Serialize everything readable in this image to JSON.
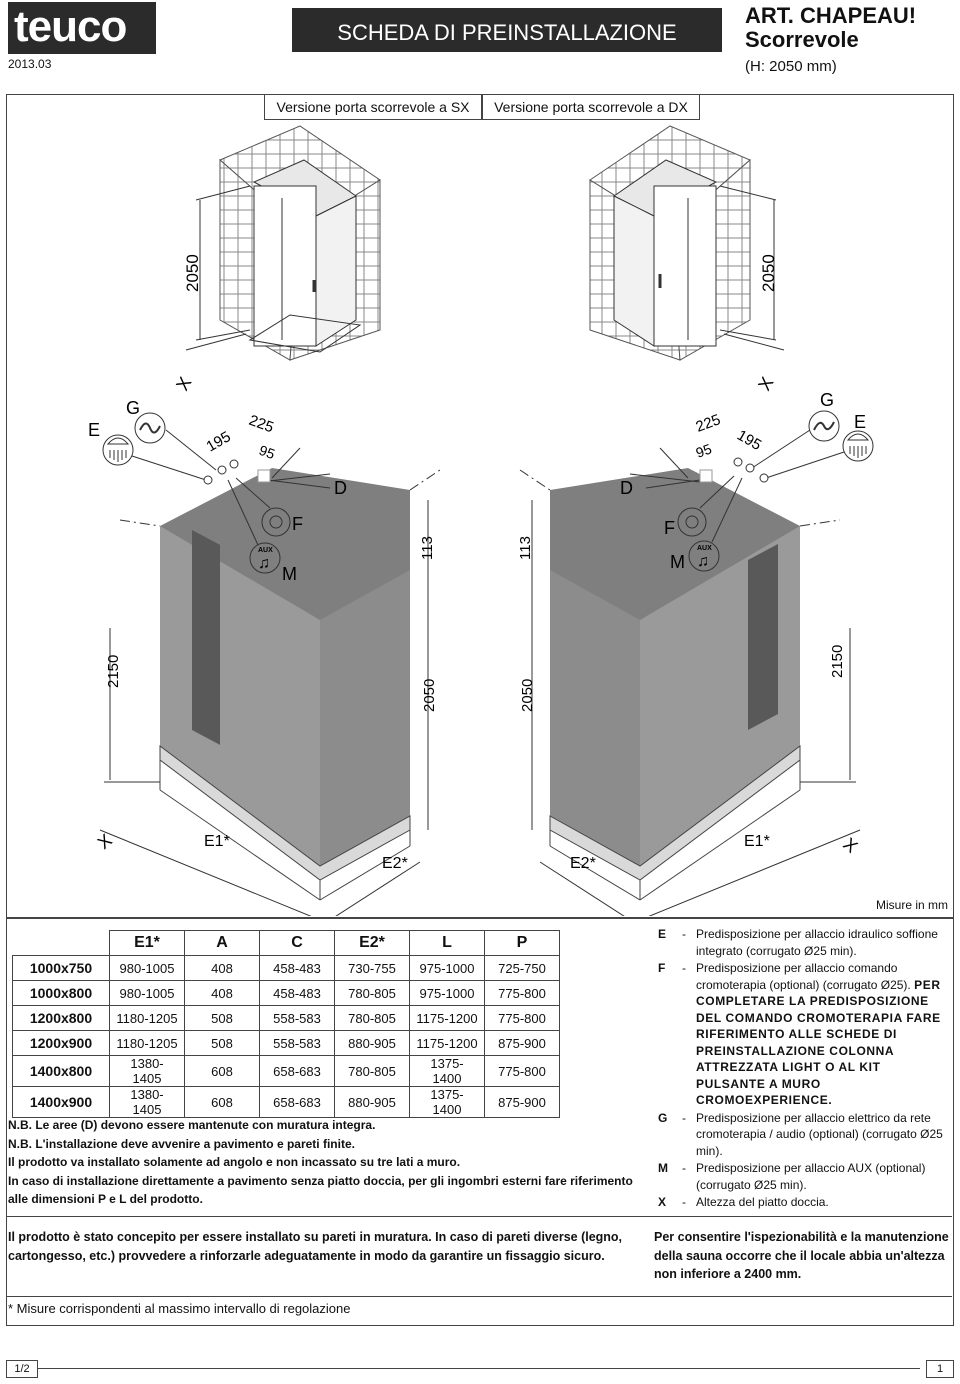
{
  "header": {
    "brand": "teuco",
    "date": "2013.03",
    "doc_type": "SCHEDA DI PREINSTALLAZIONE",
    "product": "ART. CHAPEAU!",
    "subtitle": "Scorrevole",
    "height_note": "(H: 2050 mm)"
  },
  "drawing": {
    "tab_left": "Versione porta scorrevole a SX",
    "tab_right": "Versione porta scorrevole a DX",
    "units_note": "Misure in mm",
    "labels": {
      "E": "E",
      "G": "G",
      "D": "D",
      "F": "F",
      "M": "M",
      "X": "X",
      "E1": "E1*",
      "E2": "E2*",
      "aux": "AUX"
    },
    "dims": {
      "h2050": "2050",
      "h2150": "2150",
      "d195": "195",
      "d225": "225",
      "d95": "95",
      "d113": "113"
    }
  },
  "table": {
    "headers": [
      "E1*",
      "A",
      "C",
      "E2*",
      "L",
      "P"
    ],
    "rows": [
      {
        "size": "1000x750",
        "values": [
          "980-1005",
          "408",
          "458-483",
          "730-755",
          "975-1000",
          "725-750"
        ]
      },
      {
        "size": "1000x800",
        "values": [
          "980-1005",
          "408",
          "458-483",
          "780-805",
          "975-1000",
          "775-800"
        ]
      },
      {
        "size": "1200x800",
        "values": [
          "1180-1205",
          "508",
          "558-583",
          "780-805",
          "1175-1200",
          "775-800"
        ]
      },
      {
        "size": "1200x900",
        "values": [
          "1180-1205",
          "508",
          "558-583",
          "880-905",
          "1175-1200",
          "875-900"
        ]
      },
      {
        "size": "1400x800",
        "values": [
          "1380-1405",
          "608",
          "658-683",
          "780-805",
          "1375-1400",
          "775-800"
        ]
      },
      {
        "size": "1400x900",
        "values": [
          "1380-1405",
          "608",
          "658-683",
          "880-905",
          "1375-1400",
          "875-900"
        ]
      }
    ]
  },
  "notes": [
    "N.B. Le aree (D) devono essere mantenute con muratura integra.",
    "N.B. L'installazione deve avvenire a pavimento e pareti finite.",
    "Il prodotto va installato solamente ad angolo e non incassato su tre lati a muro.",
    "In caso di installazione direttamente a pavimento senza piatto doccia, per gli ingombri esterni fare riferimento alle dimensioni P e L del prodotto."
  ],
  "legend": [
    {
      "key": "E",
      "text": "Predisposizione per allaccio idraulico soffione integrato (corrugato Ø25 min).",
      "bold": ""
    },
    {
      "key": "F",
      "text": "Predisposizione per allaccio comando cromoterapia (optional) (corrugato Ø25).",
      "bold": "PER COMPLETARE LA PREDISPOSIZIONE DEL COMANDO CROMOTERAPIA FARE RIFERIMENTO ALLE SCHEDE DI PREINSTALLAZIONE COLONNA ATTREZZATA LIGHT O AL KIT PULSANTE A MURO CROMOEXPERIENCE."
    },
    {
      "key": "G",
      "text": "Predisposizione per allaccio elettrico da rete cromoterapia / audio (optional) (corrugato Ø25 min).",
      "bold": ""
    },
    {
      "key": "M",
      "text": "Predisposizione per allaccio AUX (optional) (corrugato Ø25 min).",
      "bold": ""
    },
    {
      "key": "X",
      "text": "Altezza del piatto doccia.",
      "bold": ""
    }
  ],
  "bottom_left": "Il prodotto è stato concepito per essere installato su pareti in muratura. In caso di pareti diverse (legno, cartongesso, etc.) provvedere a rinforzarle adeguatamente in modo da garantire un fissaggio sicuro.",
  "bottom_right": "Per consentire l'ispezionabilità e la manutenzione della sauna occorre che il locale abbia un'altezza non inferiore a 2400 mm.",
  "footnote": "* Misure corrispondenti al massimo intervallo di regolazione",
  "page": {
    "indicator": "1/2",
    "number": "1"
  }
}
